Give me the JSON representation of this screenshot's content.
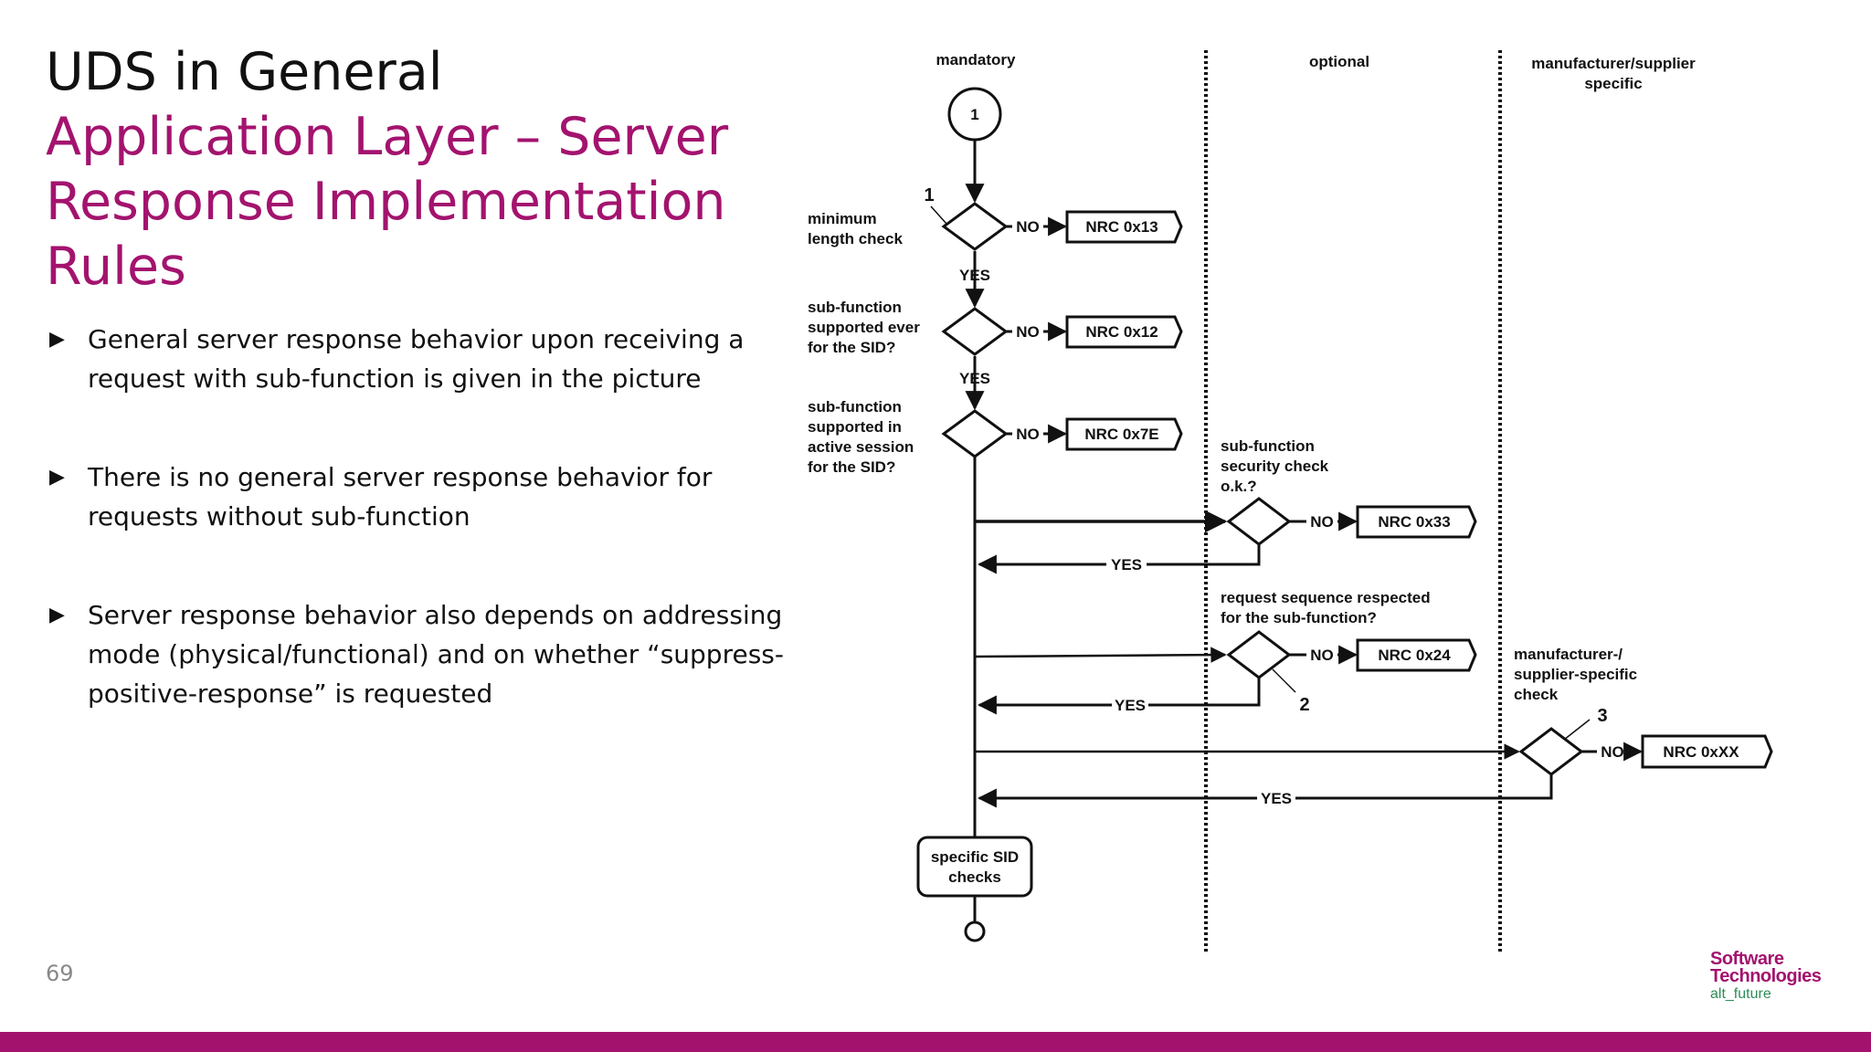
{
  "title": {
    "line1": "UDS in General",
    "line2": "Application Layer – Server Response Implementation Rules"
  },
  "bullets": [
    "General server response behavior upon receiving a request with sub-function is given in the picture",
    "There is no general server response behavior for requests without sub-function",
    "Server response behavior also depends on addressing mode (physical/functional) and on whether “suppress-positive-response” is requested"
  ],
  "page_number": "69",
  "logo": {
    "line1": "Software",
    "line2": "Technologies",
    "line3": "alt_future"
  },
  "colors": {
    "accent": "#a3136e",
    "logo_green": "#2e8b57",
    "bar": "#a3136e"
  },
  "diagram": {
    "columns": {
      "mandatory": "mandatory",
      "optional": "optional",
      "manufacturer": "manufacturer/supplier specific"
    },
    "start_marker": "1",
    "checks": {
      "min_length": "minimum length  check",
      "subfunc_ever": "sub-function supported ever for the SID?",
      "subfunc_session": "sub-function supported in active session for the SID?",
      "security": "sub-function security check o.k.?",
      "sequence": "request sequence respected for the sub-function?",
      "manufacturer": "manufacturer-/ supplier-specific check"
    },
    "nrc": {
      "n13": "NRC 0x13",
      "n12": "NRC 0x12",
      "n7e": "NRC 0x7E",
      "n33": "NRC 0x33",
      "n24": "NRC 0x24",
      "nxx": "NRC 0xXX"
    },
    "yes": "YES",
    "no": "NO",
    "callouts": {
      "c1": "1",
      "c2": "2",
      "c3": "3"
    },
    "end_box": "specific SID checks"
  }
}
